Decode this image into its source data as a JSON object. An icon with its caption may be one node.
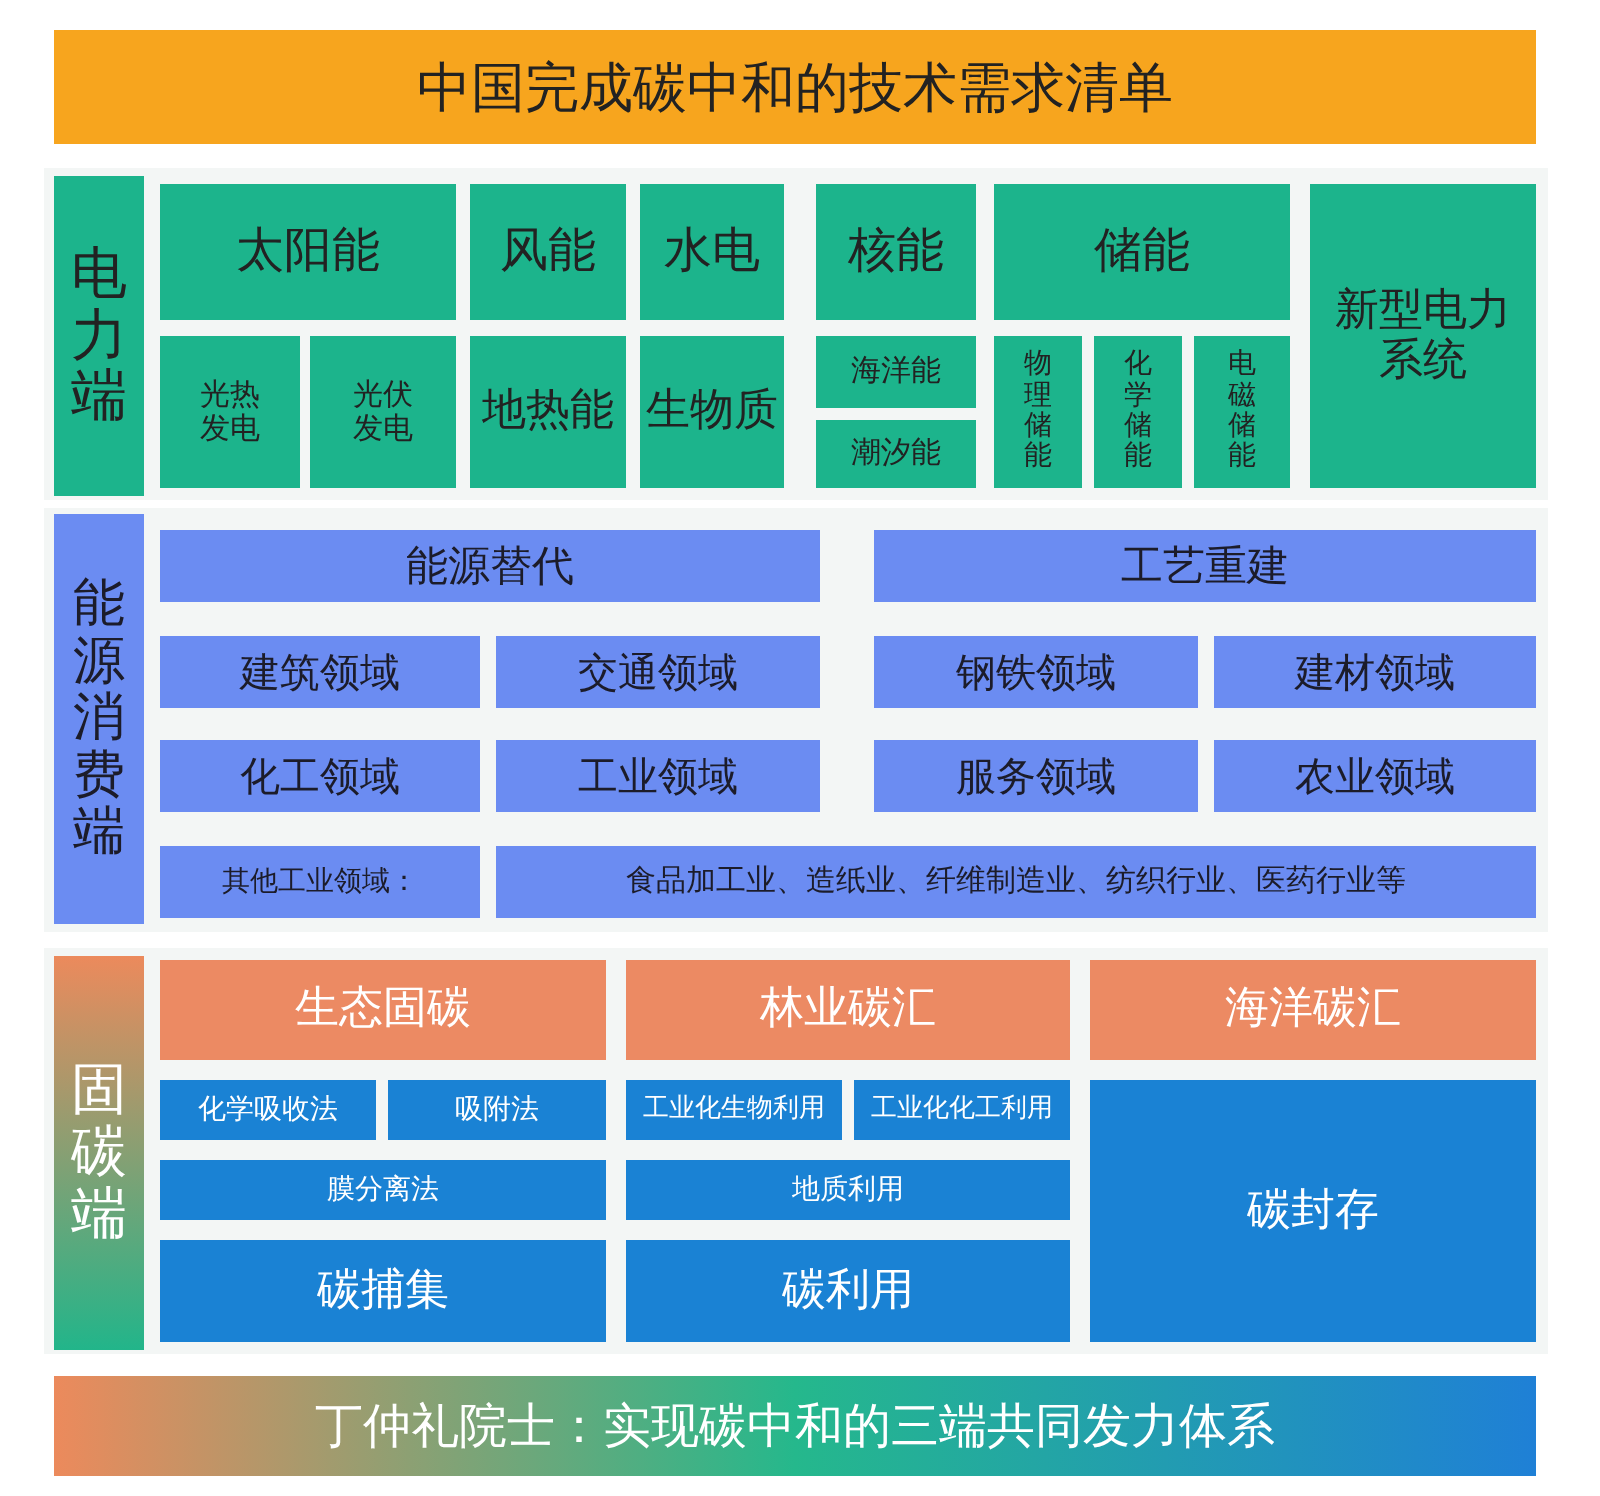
{
  "diagram": {
    "title": "中国完成碳中和的技术需求清单",
    "caption": "丁仲礼院士：实现碳中和的三端共同发力体系",
    "nodes": [
      {
        "text": [
          "电力端"
        ]
      },
      {
        "text": [
          "太阳能"
        ]
      },
      {
        "text": [
          "光热发电"
        ]
      },
      {
        "text": [
          "光伏发电"
        ]
      },
      {
        "text": [
          "风能"
        ]
      },
      {
        "text": [
          "地热能"
        ]
      },
      {
        "text": [
          "水电"
        ]
      },
      {
        "text": [
          "生物质"
        ]
      },
      {
        "text": [
          "核能"
        ]
      },
      {
        "text": [
          "海洋能"
        ]
      },
      {
        "text": [
          "潮汐能"
        ]
      },
      {
        "text": [
          "储能"
        ]
      },
      {
        "text": [
          "物理储能"
        ]
      },
      {
        "text": [
          "化学储能"
        ]
      },
      {
        "text": [
          "电磁储能"
        ]
      },
      {
        "text": [
          "新型电力系统"
        ]
      },
      {
        "text": [
          "能源消费端"
        ]
      },
      {
        "text": [
          "能源替代"
        ]
      },
      {
        "text": [
          "工艺重建"
        ]
      },
      {
        "text": [
          "建筑领域"
        ]
      },
      {
        "text": [
          "交通领域"
        ]
      },
      {
        "text": [
          "钢铁领域"
        ]
      },
      {
        "text": [
          "建材领域"
        ]
      },
      {
        "text": [
          "化工领域"
        ]
      },
      {
        "text": [
          "工业领域"
        ]
      },
      {
        "text": [
          "服务领域"
        ]
      },
      {
        "text": [
          "农业领域"
        ]
      },
      {
        "text": [
          "其他工业领域："
        ]
      },
      {
        "text": [
          "食品加工业、造纸业、纤维制造业、纺织行业、医药行业等"
        ]
      },
      {
        "text": [
          "固碳端"
        ]
      },
      {
        "text": [
          "生态固碳"
        ]
      },
      {
        "text": [
          "林业碳汇"
        ]
      },
      {
        "text": [
          "海洋碳汇"
        ]
      },
      {
        "text": [
          "化学吸收法"
        ]
      },
      {
        "text": [
          "吸附法"
        ]
      },
      {
        "text": [
          "工业化生物利用"
        ]
      },
      {
        "text": [
          "工业化化工利用"
        ]
      },
      {
        "text": [
          "碳封存"
        ]
      },
      {
        "text": [
          "膜分离法"
        ]
      },
      {
        "text": [
          "地质利用"
        ]
      },
      {
        "text": [
          "碳捕集"
        ]
      },
      {
        "text": [
          "碳利用"
        ]
      }
    ]
  }
}
